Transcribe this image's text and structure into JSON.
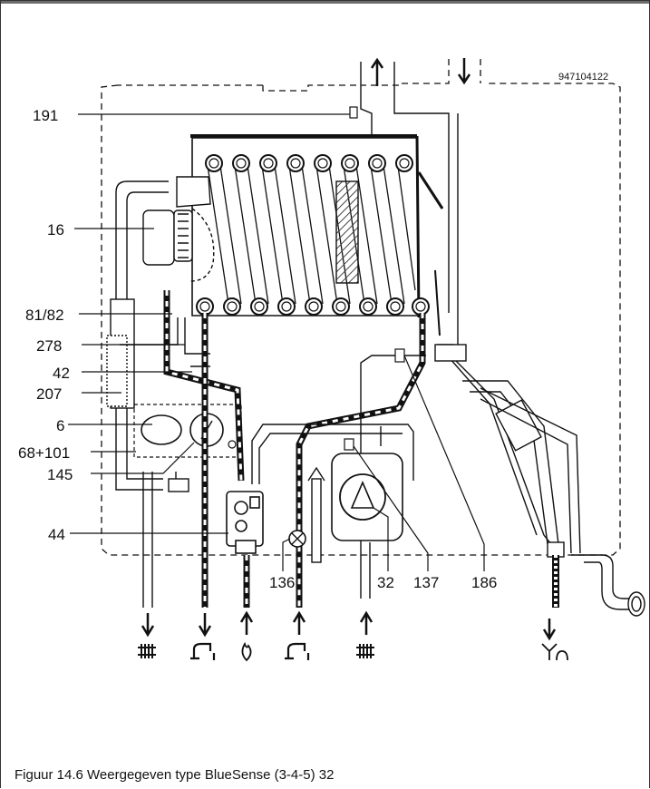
{
  "figure": {
    "reference_number": "947104122",
    "caption": "Figuur 14.6  Weergegeven type BlueSense (3-4-5) 32"
  },
  "callouts": {
    "c191": "191",
    "c16": "16",
    "c8182": "81/82",
    "c278": "278",
    "c42": "42",
    "c207": "207",
    "c6": "6",
    "c68101": "68+101",
    "c145": "145",
    "c44": "44",
    "c136": "136",
    "c32": "32",
    "c137": "137",
    "c186": "186"
  },
  "icons": {
    "flue_out": "arrow-up-icon",
    "air_in": "arrow-down-icon",
    "heating_flow": "radiator-icon",
    "hot_water": "tap-icon",
    "gas": "flame-icon",
    "cold_water": "tap-icon",
    "heating_return": "radiator-icon",
    "drain": "siphon-icon"
  },
  "colors": {
    "line": "#111111",
    "pipe_fill": "#ffffff",
    "hatch": "#444444",
    "frame_bar": "#6b6b6b"
  }
}
